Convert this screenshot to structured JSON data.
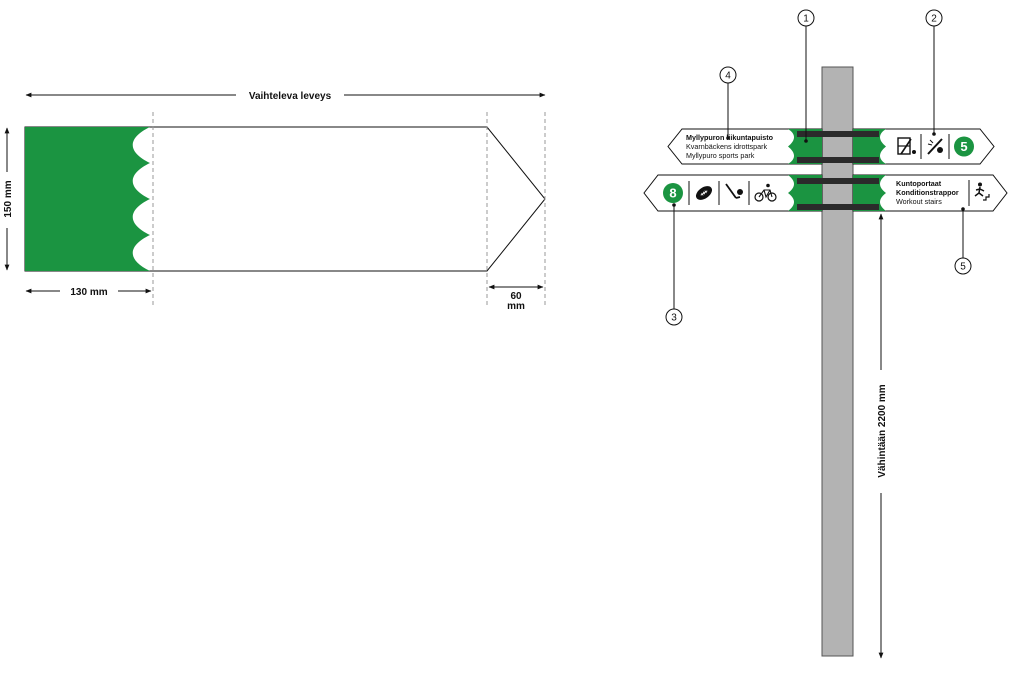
{
  "colors": {
    "green": "#1b9441",
    "dark": "#1d1d1b",
    "pole": "#b3b3b3",
    "bracket": "#2b2b2b"
  },
  "dimensions": {
    "variable_width": "Vaihteleva leveys",
    "height": "150 mm",
    "left_width": "130 mm",
    "tip_width_value": "60",
    "tip_width_unit": "mm",
    "min_height": "Vähintään 2200 mm"
  },
  "callouts": [
    "1",
    "2",
    "3",
    "4",
    "5"
  ],
  "signs": {
    "top_left": {
      "lines": [
        "Myllypuron liikuntapuisto",
        "Kvarnbäckens idrottspark",
        "Myllypuro sports park"
      ]
    },
    "top_right": {
      "icons": [
        "tennis-court-icon",
        "baseball-icon"
      ],
      "number": "5"
    },
    "bottom_left": {
      "number": "8",
      "icons": [
        "american-football-icon",
        "hockey-icon",
        "cycling-icon"
      ]
    },
    "bottom_right": {
      "lines": [
        "Kuntoportaat",
        "Konditionstrappor",
        "Workout stairs"
      ],
      "icons": [
        "stairs-running-icon"
      ]
    }
  }
}
